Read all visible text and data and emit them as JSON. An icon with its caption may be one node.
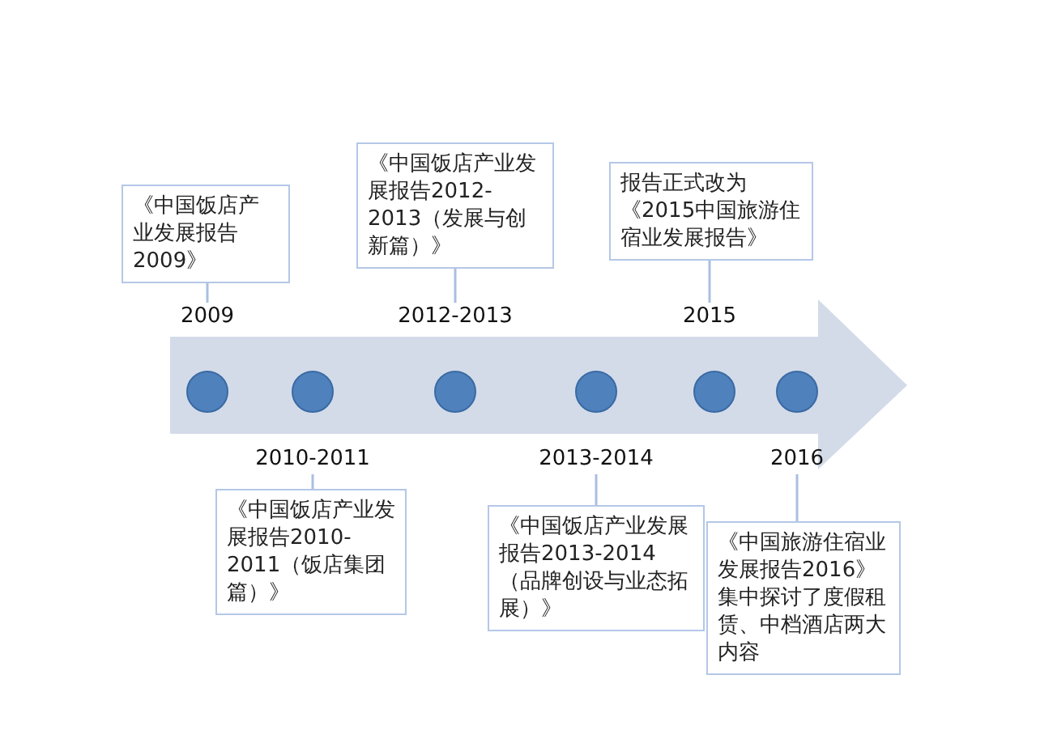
{
  "diagram": {
    "nodes": [
      {
        "text": [
          "《中国饭店产业发展报告2009》"
        ]
      },
      {
        "text": [
          "2009"
        ]
      },
      {
        "text": [
          "《中国饭店产业发展报告2010-2011（饭店集团篇）》"
        ]
      },
      {
        "text": [
          "2010-2011"
        ]
      },
      {
        "text": [
          "《中国饭店产业发展报告2012-2013（发展与创新篇）》"
        ]
      },
      {
        "text": [
          "2012-2013"
        ]
      },
      {
        "text": [
          "《中国饭店产业发展报告2013-2014（品牌创设与业态拓展）》"
        ]
      },
      {
        "text": [
          "2013-2014"
        ]
      },
      {
        "text": [
          "报告正式改为《2015中国旅游住宿业发展报告》"
        ]
      },
      {
        "text": [
          "2015"
        ]
      },
      {
        "text": [
          "《中国旅游住宿业发展报告2016》",
          "集中探讨了度假租赁、中档酒店两大内容"
        ]
      },
      {
        "text": [
          "2016"
        ]
      },
      {
        "text": [],
        "shape": "arrow"
      },
      {
        "text": [],
        "shape": "circle",
        "in": 12
      },
      {
        "text": [],
        "shape": "circle",
        "in": 12
      },
      {
        "text": [],
        "shape": "circle",
        "in": 12
      },
      {
        "text": [],
        "shape": "circle",
        "in": 12
      },
      {
        "text": [],
        "shape": "circle",
        "in": 12
      },
      {
        "text": [],
        "shape": "circle",
        "in": 12
      }
    ],
    "edges": [
      {
        "from": 0,
        "to": 1,
        "arrow": "none"
      },
      {
        "from": 2,
        "to": 3,
        "arrow": "none"
      },
      {
        "from": 4,
        "to": 5,
        "arrow": "none"
      },
      {
        "from": 6,
        "to": 7,
        "arrow": "none"
      },
      {
        "from": 8,
        "to": 9,
        "arrow": "none"
      },
      {
        "from": 10,
        "to": 11,
        "arrow": "none"
      }
    ]
  }
}
